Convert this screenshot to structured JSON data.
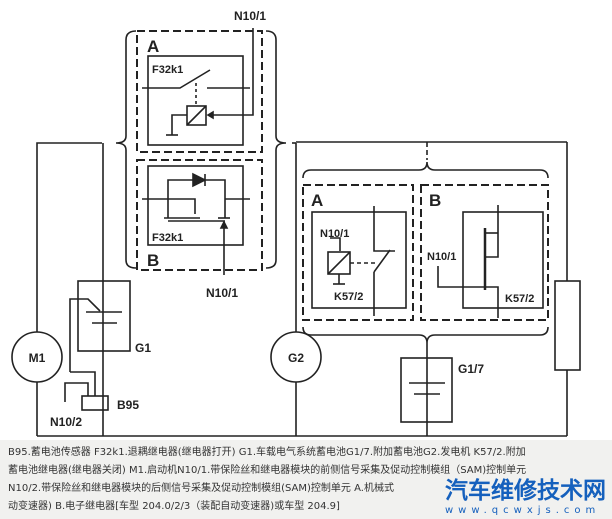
{
  "labels": {
    "n10_1_top": "N10/1",
    "a_left": "A",
    "b_left": "B",
    "f32k1_a": "F32k1",
    "f32k1_b": "F32k1",
    "n10_1_mid": "N10/1",
    "m1": "M1",
    "g1": "G1",
    "b95": "B95",
    "n10_2": "N10/2",
    "g2": "G2",
    "a_right": "A",
    "b_right": "B",
    "n10_1_ra": "N10/1",
    "k57_2_a": "K57/2",
    "n10_1_rb": "N10/1",
    "k57_2_b": "K57/2",
    "g1_7": "G1/7"
  },
  "caption": [
    "B95.蓄电池传感器  F32k1.退耦继电器(继电器打开)  G1.车载电气系统蓄电池G1/7.附加蓄电池G2.发电机  K57/2.附加",
    "蓄电池继电器(继电器关闭)  M1.启动机N10/1.带保险丝和继电器模块的前侧信号采集及促动控制模组（SAM)控制单元",
    "N10/2.带保险丝和继电器模块的后侧信号采集及促动控制模组(SAM)控制单元  A.机械式",
    "动变速器) B.电子继电器[车型  204.0/2/3（装配自动变速器)或车型  204.9]"
  ],
  "watermark": {
    "title": "汽车维修技术网",
    "url": "www.qcwxjs.com"
  }
}
